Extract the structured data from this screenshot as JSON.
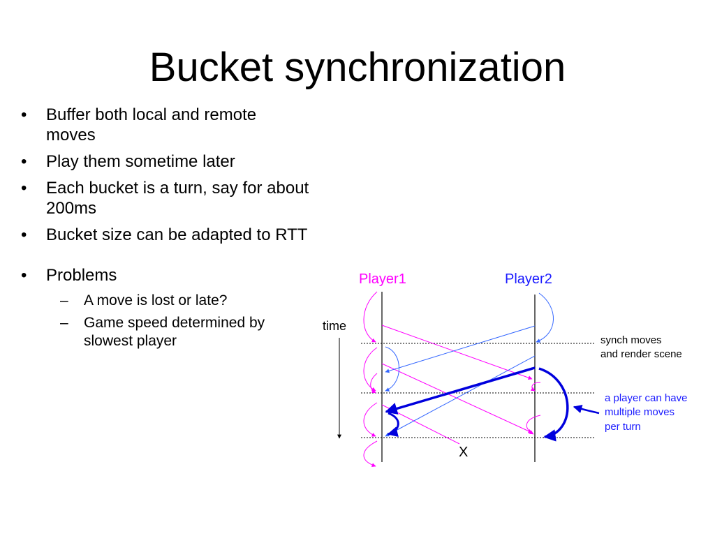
{
  "slide": {
    "title": "Bucket synchronization",
    "bullets": [
      "Buffer both local and remote moves",
      "Play them sometime later",
      "Each bucket is a turn, say for about 200ms",
      "Bucket size can be adapted to RTT"
    ],
    "problems": {
      "label": "Problems",
      "items": [
        "A move is lost or late?",
        "Game speed determined by slowest player"
      ]
    },
    "bullet_glyph": "•",
    "dash_glyph": "–"
  },
  "diagram": {
    "player1": "Player1",
    "player2": "Player2",
    "time_label": "time",
    "sync_note_line1": "synch moves",
    "sync_note_line2": "and render scene",
    "multi_note_line1": "a player can have",
    "multi_note_line2": "multiple moves",
    "multi_note_line3": "per turn",
    "lost_marker": "X",
    "colors": {
      "player1": "#ff00ff",
      "player2": "#3366ff",
      "highlight": "#0000dd",
      "note": "#000000"
    }
  }
}
